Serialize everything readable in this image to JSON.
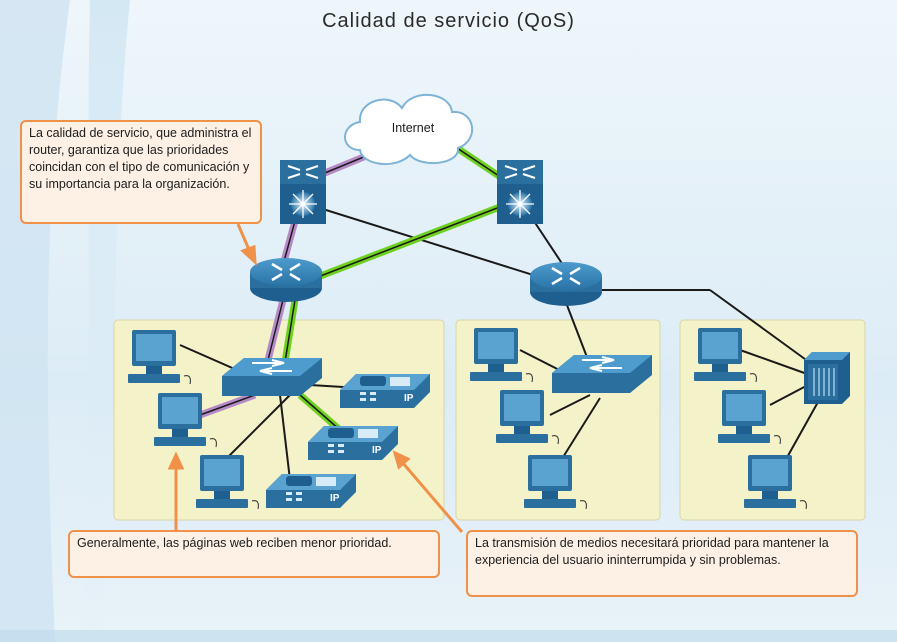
{
  "title": "Calidad de servicio (QoS)",
  "internet_label": "Internet",
  "callouts": {
    "qos_router": "La calidad de servicio, que administra el router, garantiza que las prioridades coincidan con el tipo de comunicación y su importancia para la organización.",
    "web_pages": "Generalmente, las páginas web reciben menor prioridad.",
    "media": "La transmisión de medios necesitará prioridad para mantener la experiencia del usuario ininterrumpida y sin problemas."
  },
  "ip_phone_label": "IP",
  "link_colors": {
    "priority_high": "#6fd11f",
    "priority_low": "#b58ac7",
    "normal": "#1a1a1a",
    "callout_border": "#f0914a"
  },
  "icons": [
    "cloud-icon",
    "multilayer-switch-icon",
    "router-icon",
    "switch-icon",
    "pc-icon",
    "ip-phone-icon",
    "server-icon"
  ]
}
